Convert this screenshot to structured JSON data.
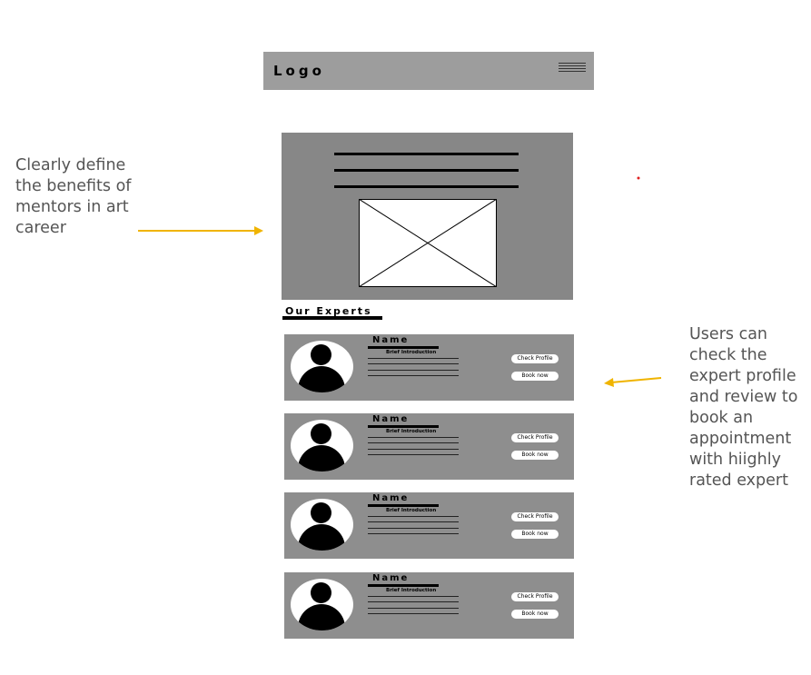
{
  "annotations": {
    "left_note": "Clearly define the benefits of mentors in art career",
    "right_note": "Users can check the expert profile and review to book an appointment with hiighly rated expert"
  },
  "header": {
    "logo": "Logo",
    "menu_icon": "hamburger-menu-icon"
  },
  "hero": {
    "image_icon": "image-placeholder-icon"
  },
  "experts_section": {
    "title": "Our Experts",
    "cards": [
      {
        "name": "Name",
        "intro": "Brief Introduction",
        "check_profile": "Check Profile",
        "book_now": "Book now"
      },
      {
        "name": "Name",
        "intro": "Brief Introduction",
        "check_profile": "Check Profile",
        "book_now": "Book now"
      },
      {
        "name": "Name",
        "intro": "Brief Introduction",
        "check_profile": "Check Profile",
        "book_now": "Book now"
      },
      {
        "name": "Name",
        "intro": "Brief Introduction",
        "check_profile": "Check Profile",
        "book_now": "Book now"
      }
    ]
  },
  "colors": {
    "arrow": "#f0b400",
    "header_bg": "#9d9d9d",
    "hero_bg": "#878787",
    "card_bg": "#8e8e8e",
    "note_text": "#555555"
  }
}
